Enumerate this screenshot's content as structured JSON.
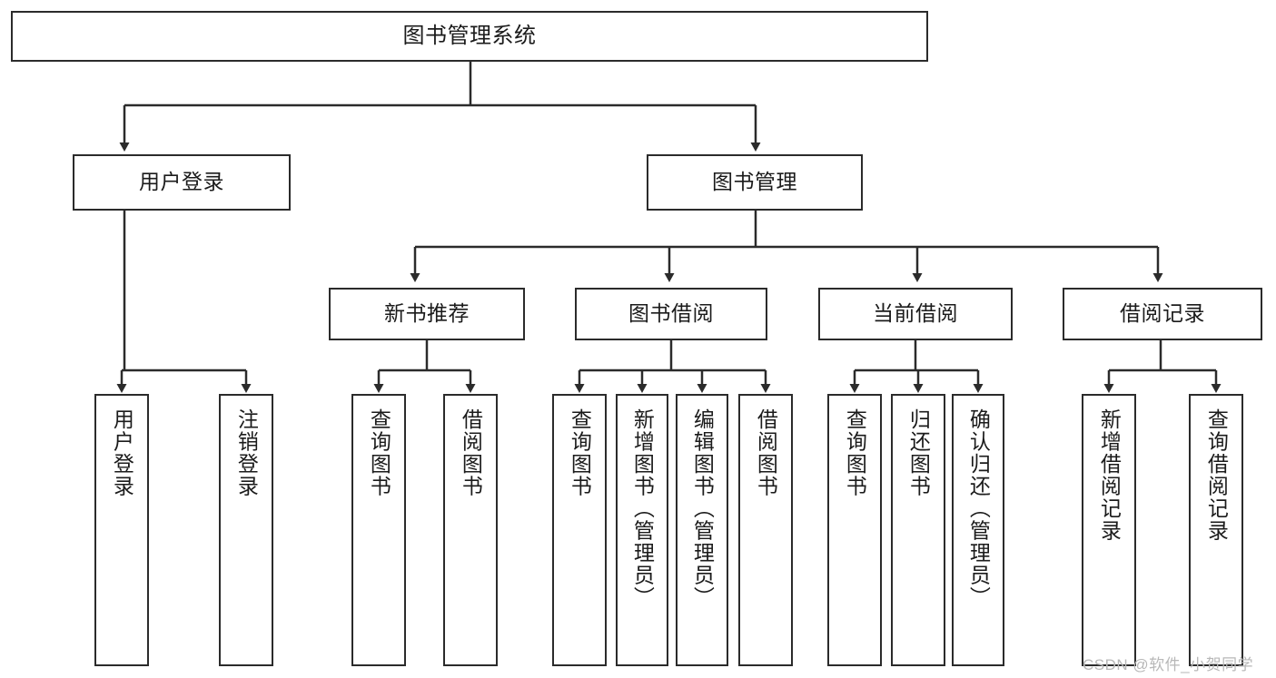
{
  "diagram": {
    "title": "图书管理系统",
    "watermark": "CSDN @软件_小贺同学",
    "stroke_color": "#2b2b2b",
    "fill_color": "#ffffff",
    "text_color": "#1b1b1b",
    "watermark_color": "#b8b8b8"
  },
  "nodes": {
    "root": {
      "label": "图书管理系统"
    },
    "level2": [
      {
        "label": "用户登录"
      },
      {
        "label": "图书管理"
      }
    ],
    "level3": [
      {
        "label": "新书推荐"
      },
      {
        "label": "图书借阅"
      },
      {
        "label": "当前借阅"
      },
      {
        "label": "借阅记录"
      }
    ],
    "leaves": {
      "user_login": [
        {
          "label": "用户登录"
        },
        {
          "label": "注销登录"
        }
      ],
      "new_book_recommend": [
        {
          "label": "查询图书"
        },
        {
          "label": "借阅图书"
        }
      ],
      "book_borrow": [
        {
          "label": "查询图书"
        },
        {
          "label": "新增图书（管理员）"
        },
        {
          "label": "编辑图书（管理员）"
        },
        {
          "label": "借阅图书"
        }
      ],
      "current_borrow": [
        {
          "label": "查询图书"
        },
        {
          "label": "归还图书"
        },
        {
          "label": "确认归还（管理员）"
        }
      ],
      "borrow_record": [
        {
          "label": "新增借阅记录"
        },
        {
          "label": "查询借阅记录"
        }
      ]
    }
  }
}
